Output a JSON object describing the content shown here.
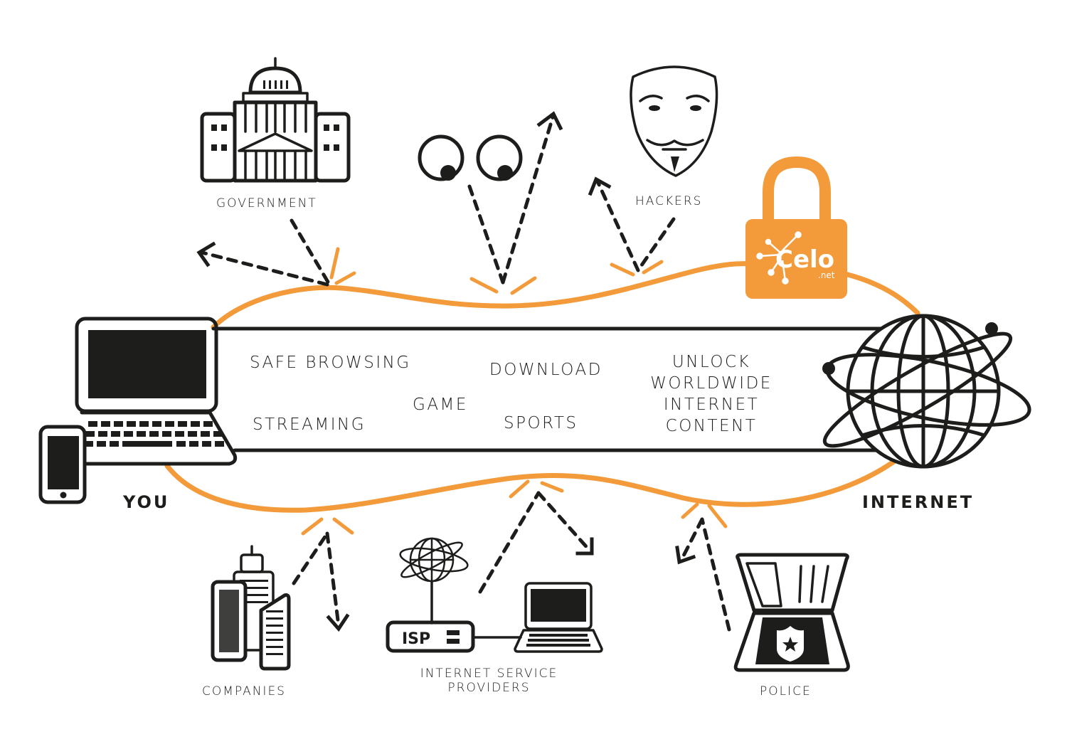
{
  "diagram": {
    "title": "",
    "colors": {
      "accent": "#f39a3a",
      "ink": "#1d1d1b",
      "background": "#ffffff",
      "lock_text": "#ffffff"
    },
    "endpoints": {
      "you": {
        "label": "YOU",
        "icons": [
          "laptop-icon",
          "smartphone-icon"
        ]
      },
      "internet": {
        "label": "INTERNET",
        "icon": "globe-orbit-icon"
      }
    },
    "tunnel": {
      "items": [
        "SAFE BROWSING",
        "DOWNLOAD",
        "GAME",
        "STREAMING",
        "SPORTS"
      ],
      "unlock_lines": [
        "UNLOCK",
        "WORLDWIDE",
        "INTERNET",
        "CONTENT"
      ]
    },
    "vpn_lock": {
      "icon": "padlock-icon",
      "brand": "Celo",
      "brand_suffix": ".net"
    },
    "threats": [
      {
        "label": "GOVERNMENT",
        "icon": "capitol-building-icon",
        "position": "top"
      },
      {
        "label": "",
        "icon": "watching-eyes-icon",
        "position": "top"
      },
      {
        "label": "HACKERS",
        "icon": "guy-fawkes-mask-icon",
        "position": "top"
      },
      {
        "label": "COMPANIES",
        "icon": "office-buildings-icon",
        "position": "bottom"
      },
      {
        "label": "INTERNET SERVICE",
        "label_line2": "PROVIDERS",
        "icon": "isp-router-icon",
        "position": "bottom"
      },
      {
        "label": "POLICE",
        "icon": "police-laptop-icon",
        "position": "bottom"
      }
    ],
    "outcome": "deflected"
  }
}
